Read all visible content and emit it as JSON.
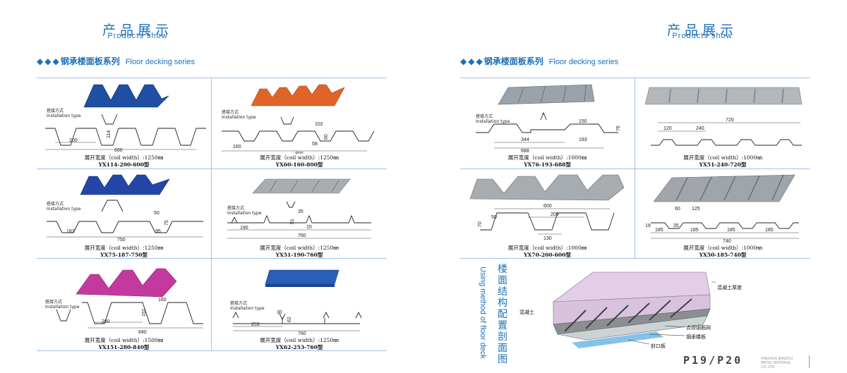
{
  "left_page": {
    "title_cn": "产品展示",
    "title_en": "Products show",
    "series_dia": "◆◆◆",
    "series_cn": "钢承楼面板系列",
    "series_en": "Floor decking series"
  },
  "right_page": {
    "title_cn": "产品展示",
    "title_en": "Products show",
    "series_dia": "◆◆◆",
    "series_cn": "钢承楼面板系列",
    "series_en": "Floor decking series"
  },
  "install_label_cn": "搭接方式",
  "install_label_en": "Installation type",
  "panels": [
    {
      "width_text": "展开宽度（coil width）:1250㎜",
      "model": "YX114-200-600型",
      "dims": [
        "200",
        "600",
        "114"
      ],
      "color": "#1e4fa3"
    },
    {
      "width_text": "展开宽度（coil width）:1250㎜",
      "model": "YX60-160-800型",
      "dims": [
        "160",
        "800",
        "102",
        "58",
        "60"
      ],
      "color": "#e0642a"
    },
    {
      "width_text": "展开宽度（coil width）:1250㎜",
      "model": "YX75-187-750型",
      "dims": [
        "187",
        "750",
        "50",
        "75",
        "95"
      ],
      "color": "#2346a8"
    },
    {
      "width_text": "展开宽度（coil width）:1250㎜",
      "model": "YX51-190-760型",
      "dims": [
        "190",
        "760",
        "35",
        "51",
        "15"
      ],
      "color": "#a9adb0"
    },
    {
      "width_text": "展开宽度（coil width）:1500㎜",
      "model": "YX151-280-840型",
      "dims": [
        "280",
        "840",
        "160",
        "151"
      ],
      "color": "#c23a9e"
    },
    {
      "width_text": "展开宽度（coil width）:1250㎜",
      "model": "YX62-253-760型",
      "dims": [
        "253",
        "760",
        "30",
        "62"
      ],
      "color": "#2a5fb8"
    },
    {
      "width_text": "展开宽度（coil width）:1000㎜",
      "model": "YX76-193-688型",
      "dims": [
        "344",
        "688",
        "150",
        "193",
        "76"
      ],
      "color": "#9aa3aa"
    },
    {
      "width_text": "展开宽度（coil width）:1000㎜",
      "model": "YX51-240-720型",
      "dims": [
        "120",
        "240",
        "720"
      ],
      "color": "#b4b8bb"
    },
    {
      "width_text": "展开宽度（coil width）:1000㎜",
      "model": "YX70-200-600型",
      "dims": [
        "600",
        "200",
        "130",
        "50",
        "70"
      ],
      "color": "#a7acb0"
    },
    {
      "width_text": "展开宽度（coil width）:1000㎜",
      "model": "YX50-185-740型",
      "dims": [
        "60",
        "125",
        "185",
        "185",
        "185",
        "185",
        "740",
        "19",
        "35"
      ],
      "color": "#9fa5aa"
    }
  ],
  "structure": {
    "title_cn": "楼面结构配置剖面图",
    "title_en": "Using method of floor deck",
    "labels": {
      "concrete_thickness": "混凝土厚度",
      "concrete": "混凝土",
      "mesh": "点焊钢筋网",
      "deck": "钢承楼板",
      "closure": "封口板"
    }
  },
  "footer": {
    "page_no": "P19/P20",
    "corp_line1": "YINGHUA JIANZHU",
    "corp_line2": "METAL MATERIAL",
    "corp_line3": "CO.,LTD"
  }
}
